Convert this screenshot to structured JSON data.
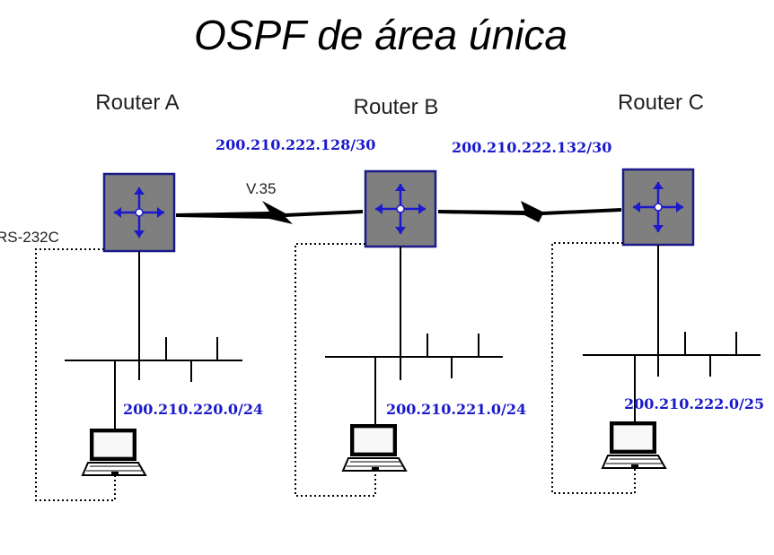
{
  "title": "OSPF de área única",
  "routers": [
    {
      "label": "Router A"
    },
    {
      "label": "Router B"
    },
    {
      "label": "Router C"
    }
  ],
  "links": {
    "serial_ab": "200.210.222.128/30",
    "serial_bc": "200.210.222.132/30",
    "v35_label": "V.35",
    "console_label": "RS-232C"
  },
  "lans": [
    {
      "network": "200.210.220.0/24"
    },
    {
      "network": "200.210.221.0/24"
    },
    {
      "network": "200.210.222.0/25"
    }
  ],
  "colors": {
    "network_label": "#1a1acc",
    "router_fill": "#7f7f7f",
    "arrow": "#1a1acc"
  }
}
